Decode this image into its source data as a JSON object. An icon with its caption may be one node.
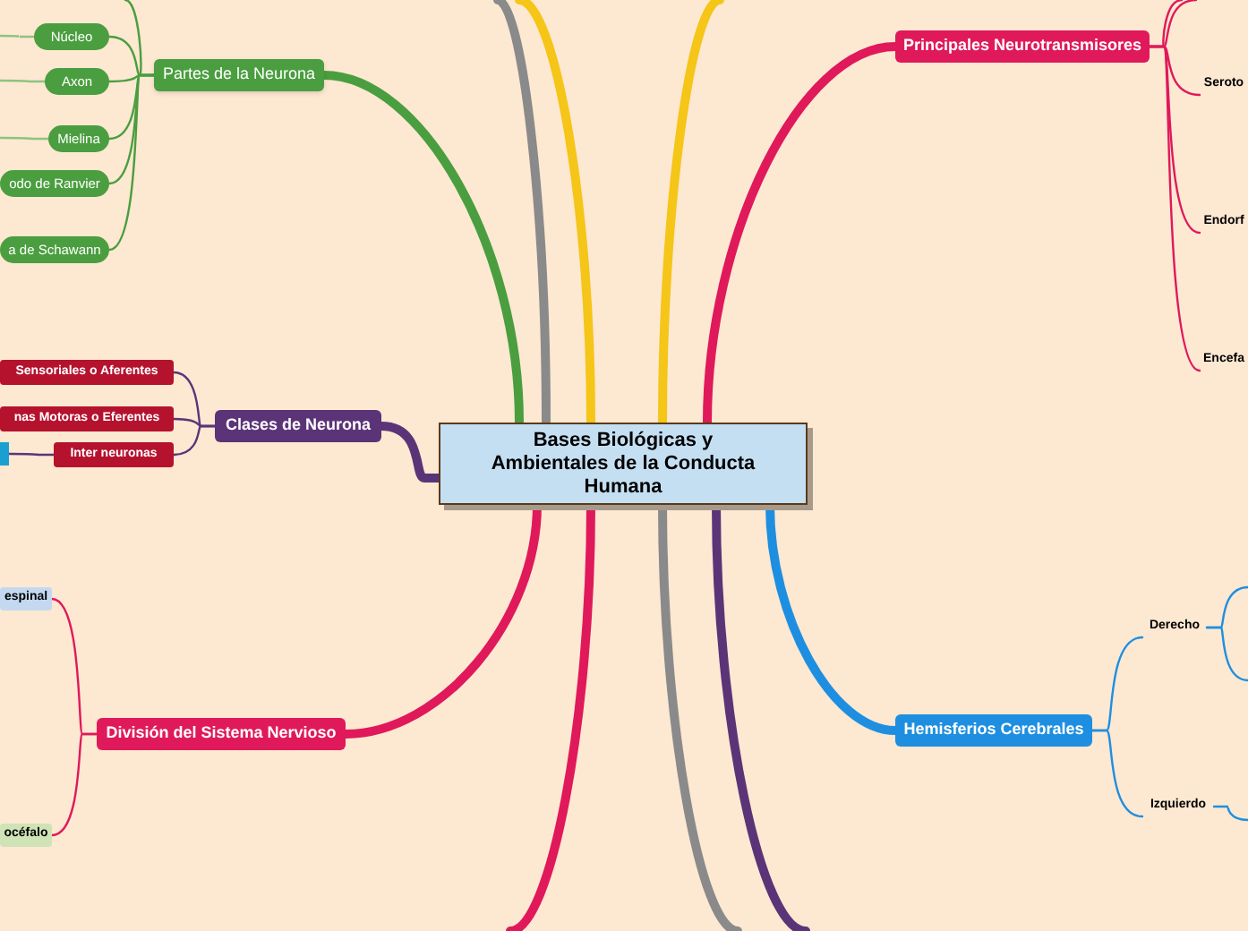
{
  "diagram": {
    "nodes": [
      {
        "text": [
          "Bases Biológicas y Ambientales de la Conducta Humana"
        ]
      },
      {
        "text": [
          "Partes de la Neurona"
        ]
      },
      {
        "text": [
          "Núcleo"
        ]
      },
      {
        "text": [
          "Axon"
        ]
      },
      {
        "text": [
          "Mielina"
        ]
      },
      {
        "text": [
          "odo de Ranvier"
        ]
      },
      {
        "text": [
          "a de Schawann"
        ]
      },
      {
        "text": [
          "Clases de Neurona"
        ]
      },
      {
        "text": [
          "Sensoriales o Aferentes"
        ]
      },
      {
        "text": [
          "nas Motoras o Eferentes"
        ]
      },
      {
        "text": [
          "Inter neuronas"
        ]
      },
      {
        "text": [],
        "shape": "box"
      },
      {
        "text": [
          "Principales Neurotransmisores"
        ]
      },
      {
        "text": [
          "Seroto"
        ]
      },
      {
        "text": [
          "Endorf"
        ]
      },
      {
        "text": [
          "Encefa"
        ]
      },
      {
        "text": [
          "Hemisferios Cerebrales"
        ]
      },
      {
        "text": [
          "Derecho"
        ]
      },
      {
        "text": [
          "Izquierdo"
        ]
      },
      {
        "text": [
          "División del Sistema Nervioso"
        ]
      },
      {
        "text": [
          "espinal"
        ]
      },
      {
        "text": [
          "océfalo"
        ]
      }
    ],
    "edges": [
      {
        "from": 0,
        "to": 1,
        "arrow": "none",
        "style": "thick",
        "color": "#4a9e3f"
      },
      {
        "from": 1,
        "to": 2,
        "arrow": "none",
        "color": "#4a9e3f"
      },
      {
        "from": 1,
        "to": 3,
        "arrow": "none",
        "color": "#4a9e3f"
      },
      {
        "from": 1,
        "to": 4,
        "arrow": "none",
        "color": "#4a9e3f"
      },
      {
        "from": 1,
        "to": 5,
        "arrow": "none",
        "color": "#4a9e3f"
      },
      {
        "from": 1,
        "to": 6,
        "arrow": "none",
        "color": "#4a9e3f"
      },
      {
        "from": 1,
        "to": null,
        "arrow": "none",
        "color": "#4a9e3f"
      },
      {
        "from": 2,
        "to": null,
        "arrow": "none",
        "color": "#8cc47f"
      },
      {
        "from": 3,
        "to": null,
        "arrow": "none",
        "color": "#8cc47f"
      },
      {
        "from": 4,
        "to": null,
        "arrow": "none",
        "color": "#8cc47f"
      },
      {
        "from": 0,
        "to": 7,
        "arrow": "none",
        "style": "thick",
        "color": "#5b3478"
      },
      {
        "from": 7,
        "to": 8,
        "arrow": "none",
        "color": "#5b3478"
      },
      {
        "from": 7,
        "to": 9,
        "arrow": "none",
        "color": "#5b3478"
      },
      {
        "from": 7,
        "to": 10,
        "arrow": "none",
        "color": "#5b3478"
      },
      {
        "from": 10,
        "to": 11,
        "arrow": "none",
        "color": "#5b3478"
      },
      {
        "from": 0,
        "to": 12,
        "arrow": "none",
        "style": "thick",
        "color": "#e0195b"
      },
      {
        "from": 12,
        "to": 13,
        "arrow": "none",
        "color": "#e0195b"
      },
      {
        "from": 12,
        "to": 14,
        "arrow": "none",
        "color": "#e0195b"
      },
      {
        "from": 12,
        "to": 15,
        "arrow": "none",
        "color": "#e0195b"
      },
      {
        "from": 12,
        "to": null,
        "arrow": "none",
        "color": "#e0195b"
      },
      {
        "from": 12,
        "to": null,
        "arrow": "none",
        "color": "#e0195b"
      },
      {
        "from": 0,
        "to": 16,
        "arrow": "none",
        "style": "thick",
        "color": "#1e8fe0"
      },
      {
        "from": 16,
        "to": 17,
        "arrow": "none",
        "color": "#1e8fe0"
      },
      {
        "from": 16,
        "to": 18,
        "arrow": "none",
        "color": "#1e8fe0"
      },
      {
        "from": 17,
        "to": null,
        "arrow": "none",
        "color": "#1e8fe0"
      },
      {
        "from": 17,
        "to": null,
        "arrow": "none",
        "color": "#1e8fe0"
      },
      {
        "from": 18,
        "to": null,
        "arrow": "none",
        "color": "#1e8fe0"
      },
      {
        "from": 0,
        "to": 19,
        "arrow": "none",
        "style": "thick",
        "color": "#e0195b"
      },
      {
        "from": 19,
        "to": 20,
        "arrow": "none",
        "color": "#e0195b"
      },
      {
        "from": 19,
        "to": 21,
        "arrow": "none",
        "color": "#e0195b"
      },
      {
        "from": 0,
        "to": null,
        "arrow": "none",
        "style": "thick",
        "color": "#8a8a8a"
      },
      {
        "from": 0,
        "to": null,
        "arrow": "none",
        "style": "thick",
        "color": "#f5c518"
      },
      {
        "from": 0,
        "to": null,
        "arrow": "none",
        "style": "thick",
        "color": "#f5c518"
      },
      {
        "from": 0,
        "to": null,
        "arrow": "none",
        "style": "thick",
        "color": "#8a8a8a"
      },
      {
        "from": 0,
        "to": null,
        "arrow": "none",
        "style": "thick",
        "color": "#5b3478"
      },
      {
        "from": 0,
        "to": null,
        "arrow": "none",
        "style": "thick",
        "color": "#e0195b"
      }
    ]
  }
}
